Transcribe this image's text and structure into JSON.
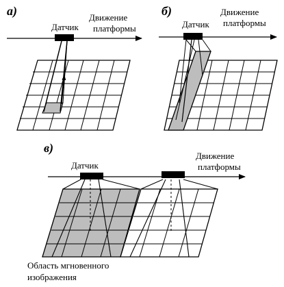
{
  "panels": {
    "a": {
      "label": "а)",
      "sensor_label": "Датчик",
      "motion_label_line1": "Движение",
      "motion_label_line2": "платформы"
    },
    "b": {
      "label": "б)",
      "sensor_label": "Датчик",
      "motion_label_line1": "Движение",
      "motion_label_line2": "платформы"
    },
    "c": {
      "label": "в)",
      "sensor_label": "Датчик",
      "motion_label_line1": "Движение",
      "motion_label_line2": "платформы",
      "area_label_line1": "Область мгновенного",
      "area_label_line2": "изображения"
    }
  },
  "colors": {
    "line": "#000000",
    "shaded": "#bdbdbd",
    "sensor": "#000000",
    "background": "#ffffff"
  }
}
